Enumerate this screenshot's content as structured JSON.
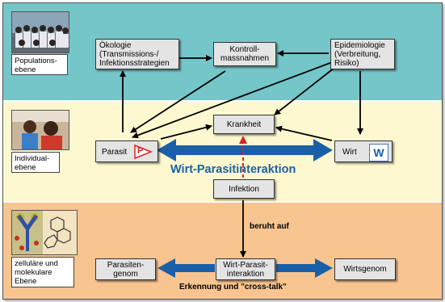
{
  "levels": {
    "population": "Populations-\nebene",
    "individual": "Individual-\nebene",
    "molecular": "zelluläre und\nmolekulare\nEbene"
  },
  "boxes": {
    "oekologie": "Ökologie\n(Transmissions-/\nInfektionsstrategien",
    "kontroll": "Kontroll-\nmassnahmen",
    "epidemiologie": "Epidemiologie\n(Verbreitung,\nRisiko)",
    "krankheit": "Krankheit",
    "parasit": "Parasit",
    "wirt": "Wirt",
    "infektion": "Infektion",
    "parasitengenom": "Parasiten-\ngenom",
    "wp_interaktion": "Wirt-Parasit-\ninteraktion",
    "wirtsgenom": "Wirtsgenom"
  },
  "icons": {
    "parasit_letter": "P",
    "wirt_letter": "W"
  },
  "labels": {
    "wirt_parasit": "Wirt-Parasitinteraktion",
    "beruht_auf": "beruht auf",
    "erkennung": "Erkennung und \"cross-talk\""
  },
  "colors": {
    "population_band": "#74c6c9",
    "individual_band": "#fdf8cf",
    "molecular_band": "#f8c590",
    "big_arrow": "#1a5fa8",
    "dashed_arrow": "#e02020"
  },
  "icons_semantic": [
    "people-crowd-photo",
    "children-photo",
    "molecular-structure-photo",
    "parasite-triangle-icon",
    "host-w-icon"
  ]
}
